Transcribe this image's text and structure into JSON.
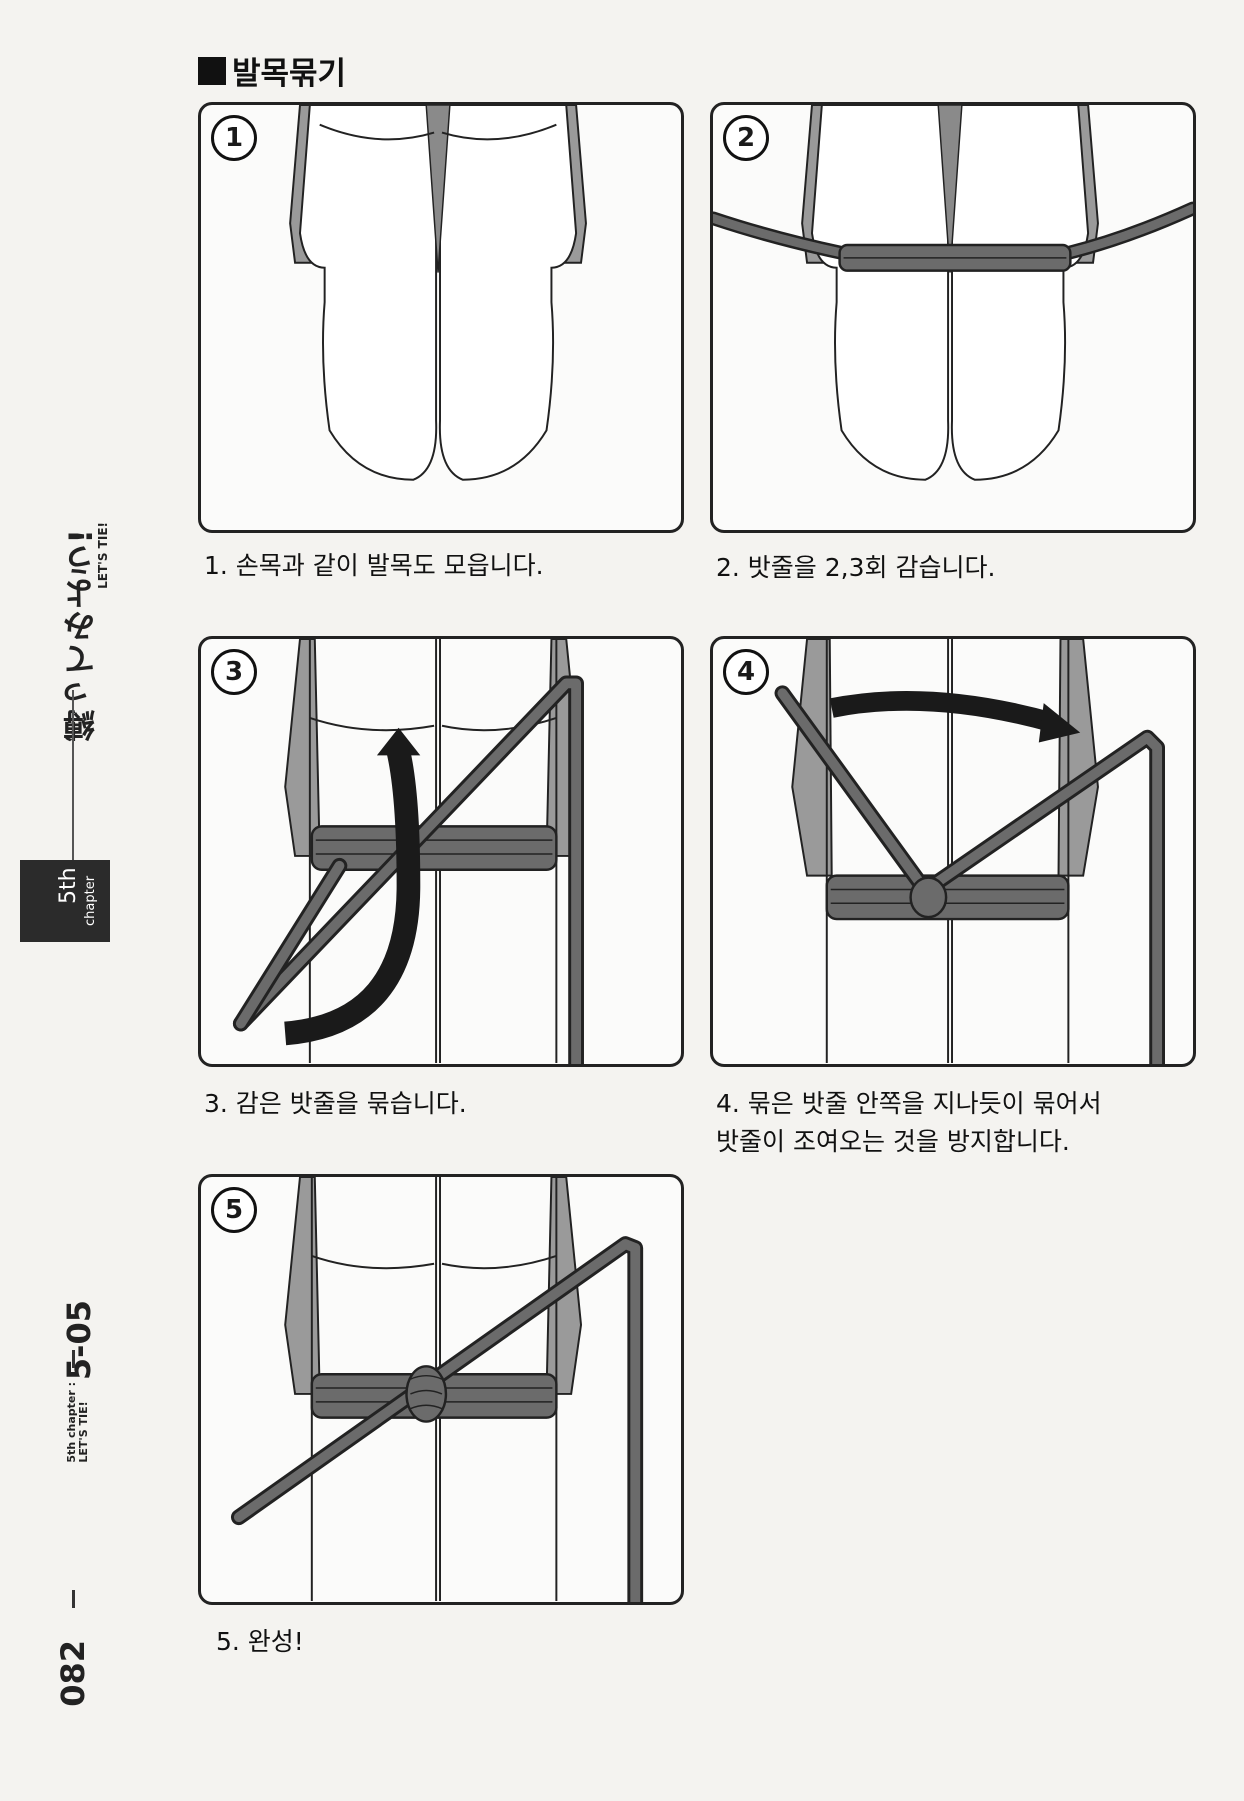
{
  "page": {
    "title": "발목묶기",
    "chapter_title": "縛ってみよう!",
    "chapter_subtitle": "LET'S TIE!",
    "chapter_tab_big": "5th",
    "chapter_tab_small": "chapter",
    "section": "5-05",
    "section_sub_1": "5th chapter :",
    "section_sub_2": "LET'S TIE!",
    "page_number": "082"
  },
  "steps": [
    {
      "number": "1",
      "caption": "1. 손목과 같이 발목도 모읍니다."
    },
    {
      "number": "2",
      "caption": "2. 밧줄을 2,3회 감습니다."
    },
    {
      "number": "3",
      "caption": "3. 감은 밧줄을 묶습니다."
    },
    {
      "number": "4",
      "caption_line1": "4. 묶은 밧줄 안쪽을 지나듯이 묶어서",
      "caption_line2": "밧줄이 조여오는 것을 방지합니다."
    },
    {
      "number": "5",
      "caption": "5. 완성!"
    }
  ],
  "colors": {
    "rope": "#6b6b6b",
    "rope_outline": "#222222",
    "shadow": "#9a9a9a",
    "arrow": "#1a1a1a",
    "chapter_tab": "#2b2b2b"
  }
}
